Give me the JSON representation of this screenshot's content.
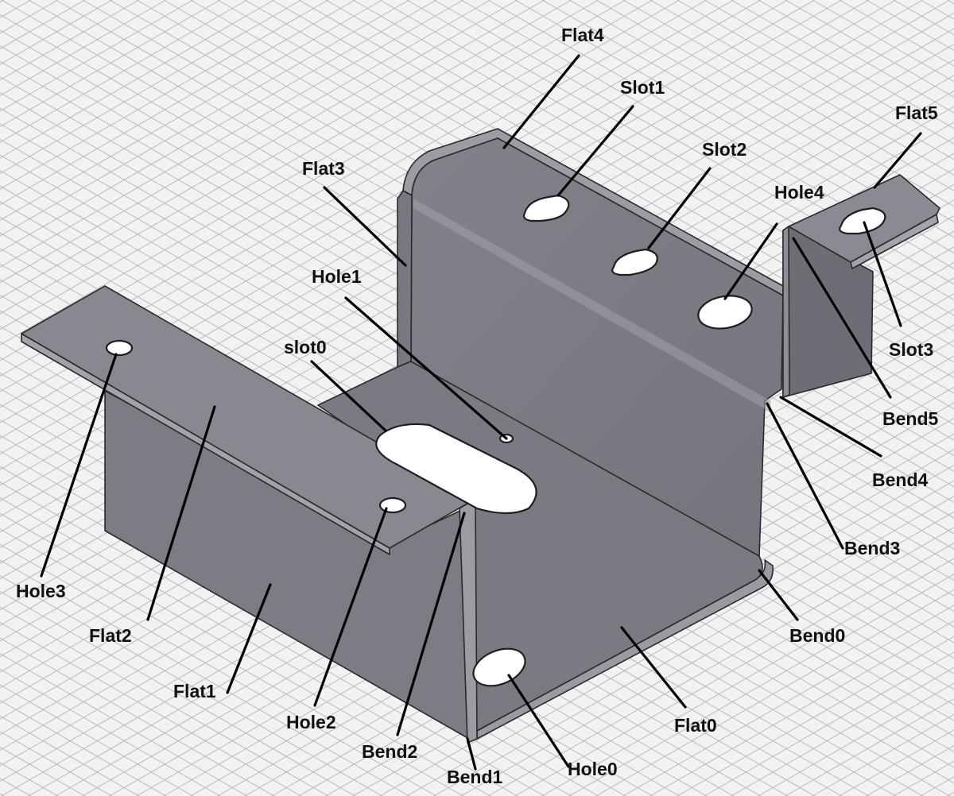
{
  "colors": {
    "background": "#f2f2f2",
    "grid": "#b9b9b9",
    "metal_front": "#7b7b85",
    "metal_dark": "#6a6a73",
    "metal_light": "#8a8a93",
    "metal_highlight": "#9a9aa3",
    "edge": "#2a2a2a",
    "label": "#111111"
  },
  "labels": {
    "flat0": "Flat0",
    "flat1": "Flat1",
    "flat2": "Flat2",
    "flat3": "Flat3",
    "flat4": "Flat4",
    "flat5": "Flat5",
    "hole0": "Hole0",
    "hole1": "Hole1",
    "hole2": "Hole2",
    "hole3": "Hole3",
    "hole4": "Hole4",
    "slot0": "slot0",
    "slot1": "Slot1",
    "slot2": "Slot2",
    "slot3": "Slot3",
    "bend0": "Bend0",
    "bend1": "Bend1",
    "bend2": "Bend2",
    "bend3": "Bend3",
    "bend4": "Bend4",
    "bend5": "Bend5"
  }
}
